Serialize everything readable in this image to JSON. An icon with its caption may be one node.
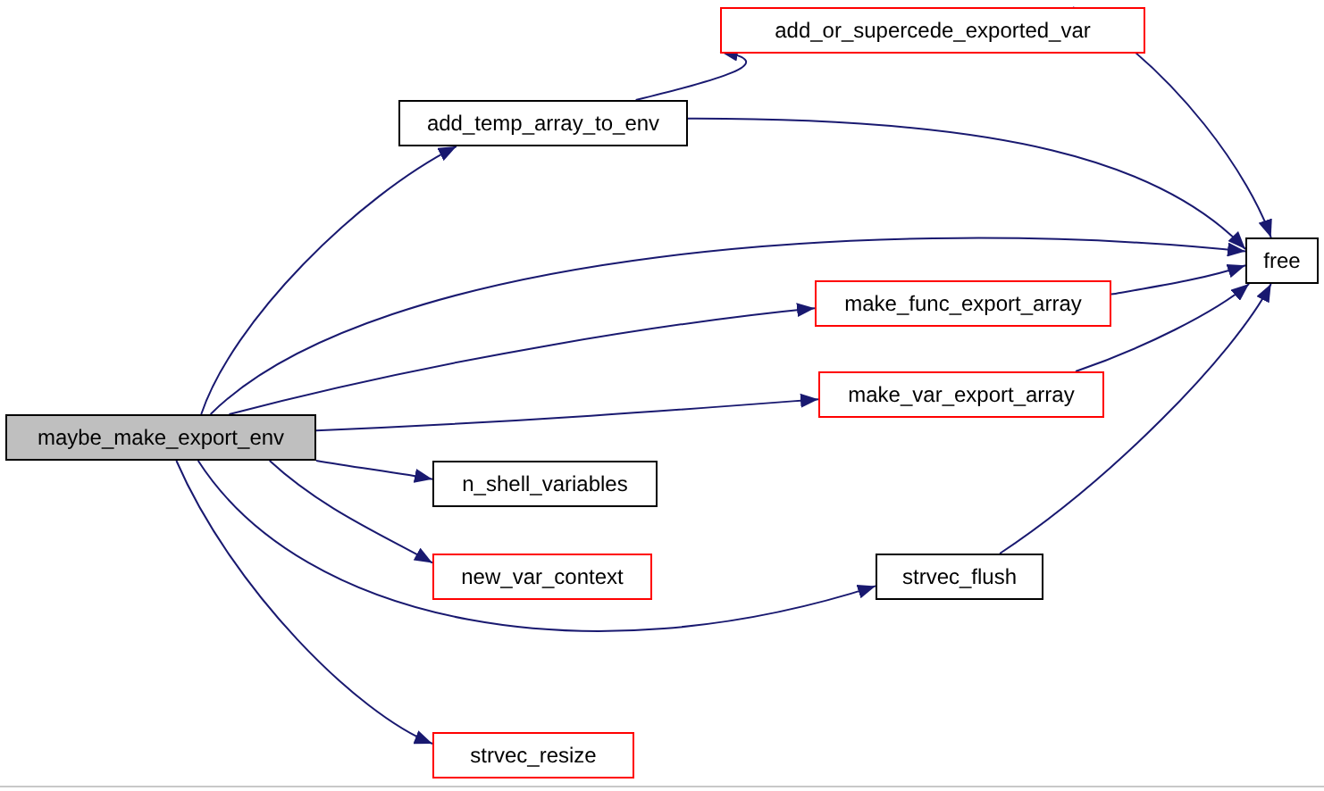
{
  "diagram": {
    "nodes": [
      {
        "text": [
          "maybe_make_export_env"
        ]
      },
      {
        "text": [
          "add_temp_array_to_env"
        ]
      },
      {
        "text": [
          "add_or_supercede_exported_var"
        ]
      },
      {
        "text": [
          "free"
        ]
      },
      {
        "text": [
          "make_func_export_array"
        ]
      },
      {
        "text": [
          "make_var_export_array"
        ]
      },
      {
        "text": [
          "n_shell_variables"
        ]
      },
      {
        "text": [
          "new_var_context"
        ]
      },
      {
        "text": [
          "strvec_flush"
        ]
      },
      {
        "text": [
          "strvec_resize"
        ]
      }
    ],
    "edges": [
      {
        "from": 0,
        "to": 1,
        "arrow": "to"
      },
      {
        "from": 0,
        "to": 3,
        "arrow": "to"
      },
      {
        "from": 0,
        "to": 4,
        "arrow": "to"
      },
      {
        "from": 0,
        "to": 5,
        "arrow": "to"
      },
      {
        "from": 0,
        "to": 6,
        "arrow": "to"
      },
      {
        "from": 0,
        "to": 7,
        "arrow": "to"
      },
      {
        "from": 0,
        "to": 8,
        "arrow": "to"
      },
      {
        "from": 0,
        "to": 9,
        "arrow": "to"
      },
      {
        "from": 1,
        "to": 2,
        "arrow": "to"
      },
      {
        "from": 1,
        "to": 3,
        "arrow": "to"
      },
      {
        "from": 2,
        "to": 3,
        "arrow": "to"
      },
      {
        "from": 4,
        "to": 3,
        "arrow": "to"
      },
      {
        "from": 5,
        "to": 3,
        "arrow": "to"
      },
      {
        "from": 8,
        "to": 3,
        "arrow": "to"
      }
    ]
  }
}
